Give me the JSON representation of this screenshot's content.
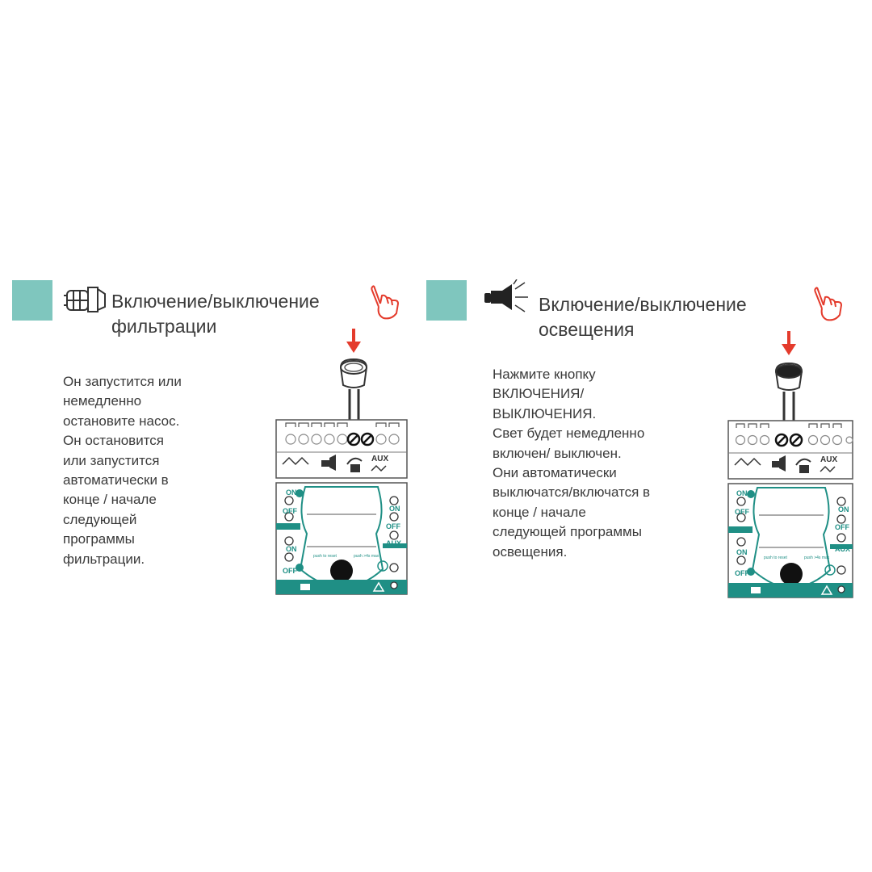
{
  "colors": {
    "accent_teal": "#7fc6be",
    "device_teal": "#1f8f85",
    "arrow_red": "#e43b2c",
    "text": "#3a3a3a"
  },
  "left": {
    "icon": "pump-icon",
    "title_lines": [
      "Включение/выключение",
      "фильтрации"
    ],
    "body_lines": [
      "Он запустится или",
      "немедленно",
      "остановите насос.",
      "Он остановится",
      "или запустится",
      "автоматически в",
      "конце / начале",
      "следующей",
      "программы",
      "фильтрации."
    ],
    "button_state": "unpressed"
  },
  "right": {
    "icon": "light-icon",
    "title_lines": [
      "Включение/выключение",
      "освещения"
    ],
    "body_lines": [
      "Нажмите кнопку",
      "ВКЛЮЧЕНИЯ/",
      "ВЫКЛЮЧЕНИЯ.",
      "Свет будет немедленно",
      "включен/ выключен.",
      "Они автоматически",
      "выключатся/включатся в",
      "конце / начале",
      "следующей программы",
      "освещения."
    ],
    "button_state": "pressed"
  },
  "device": {
    "aux_label": "AUX",
    "on_label": "ON",
    "off_label": "OFF",
    "push_reset": "push to reset",
    "push_min": "push >4s max"
  }
}
